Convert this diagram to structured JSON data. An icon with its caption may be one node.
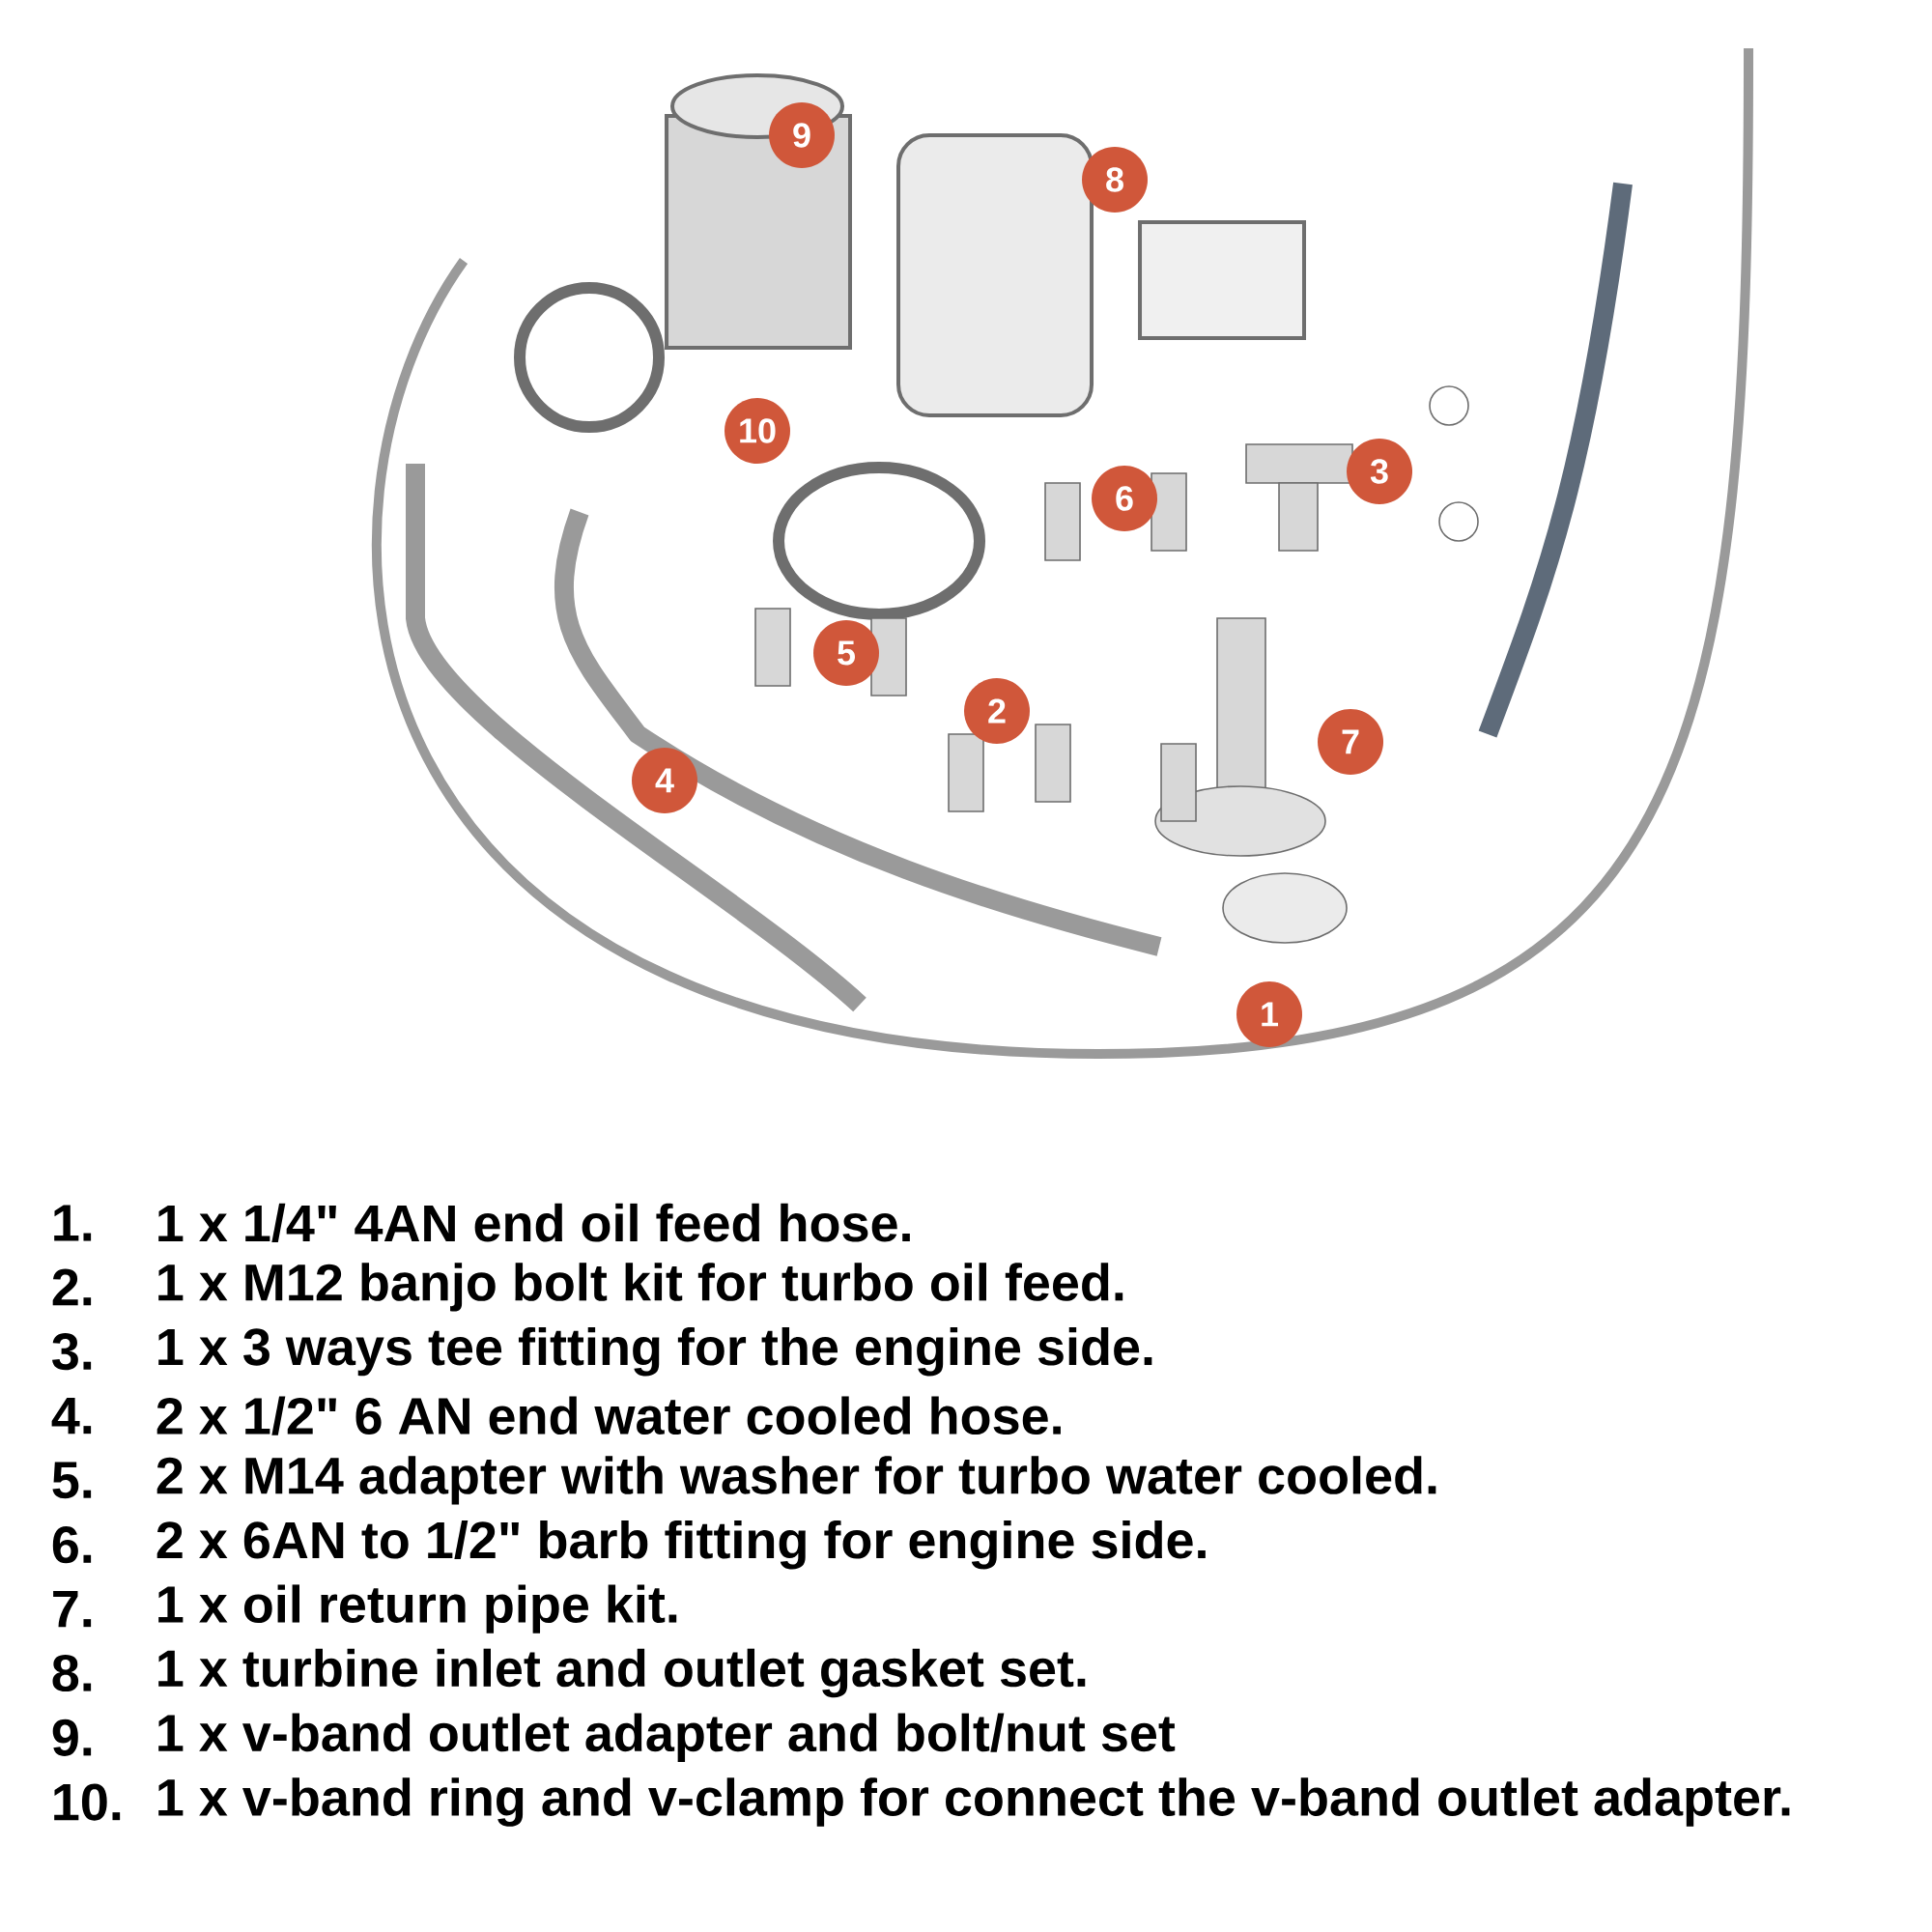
{
  "diagram": {
    "labels": [
      "9",
      "8",
      "10",
      "6",
      "3",
      "5",
      "2",
      "7",
      "4",
      "1",
      "1.",
      "1 x 1/4\" 4AN end oil feed hose.",
      "2.",
      "1 x M12 banjo bolt kit for turbo oil feed.",
      "3.",
      "1 x 3 ways tee fitting for the engine side.",
      "4.",
      "2 x 1/2\" 6 AN end water cooled hose.",
      "5.",
      "2 x M14 adapter with washer for turbo water cooled.",
      "6.",
      "2 x 6AN to 1/2\" barb fitting for engine side.",
      "7.",
      "1 x oil return pipe kit.",
      "8.",
      "1 x turbine inlet and outlet gasket set.",
      "9.",
      "1 x v-band outlet adapter and bolt/nut set",
      "10.",
      "1 x v-band ring and v-clamp for connect the v-band outlet adapter."
    ]
  }
}
